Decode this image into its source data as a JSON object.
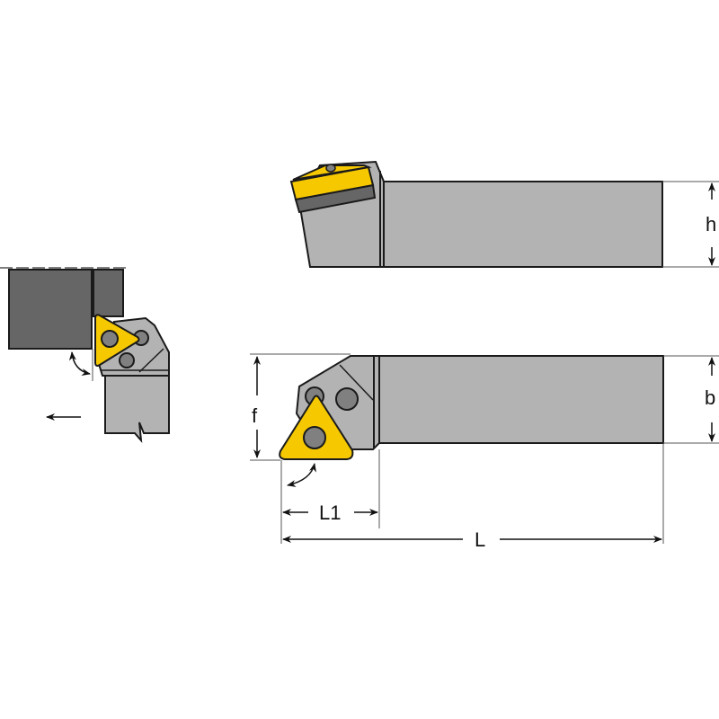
{
  "diagram": {
    "type": "turning tool holder technical drawing",
    "views": [
      "side-view",
      "top-view",
      "application-view"
    ],
    "dimensions": {
      "height": "h",
      "width": "b",
      "offset": "f",
      "head_length": "L1",
      "overall_length": "L"
    },
    "colors": {
      "insert": "#f5c800",
      "holder_body": "#b3b3b3",
      "dark_part": "#666666",
      "screw": "#808080",
      "outline": "#1a1a1a",
      "background": "#ffffff"
    }
  }
}
